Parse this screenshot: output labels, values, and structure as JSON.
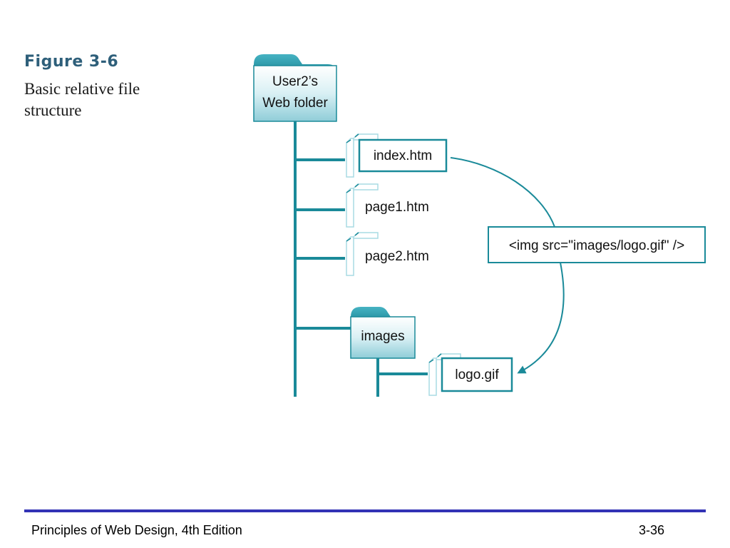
{
  "figure": {
    "label": "Figure 3-6",
    "caption": "Basic relative file structure"
  },
  "diagram": {
    "root_folder": {
      "line1": "User2’s",
      "line2": "Web folder",
      "icon": "folder-icon"
    },
    "files": [
      {
        "name": "index.htm",
        "icon": "file-icon",
        "highlighted": true
      },
      {
        "name": "page1.htm",
        "icon": "file-icon",
        "highlighted": false
      },
      {
        "name": "page2.htm",
        "icon": "file-icon",
        "highlighted": false
      }
    ],
    "subfolder": {
      "name": "images",
      "icon": "folder-icon"
    },
    "subfolder_file": {
      "name": "logo.gif",
      "icon": "file-icon",
      "highlighted": true
    },
    "code_callout": "<img src=\"images/logo.gif\" />",
    "colors": {
      "teal": "#1a8a99",
      "folder_light": "#d9f0f4",
      "folder_dark": "#1a8a99"
    }
  },
  "footer": {
    "title": "Principles of Web Design, 4th Edition",
    "page": "3-36",
    "rule_color": "#3333b5"
  }
}
